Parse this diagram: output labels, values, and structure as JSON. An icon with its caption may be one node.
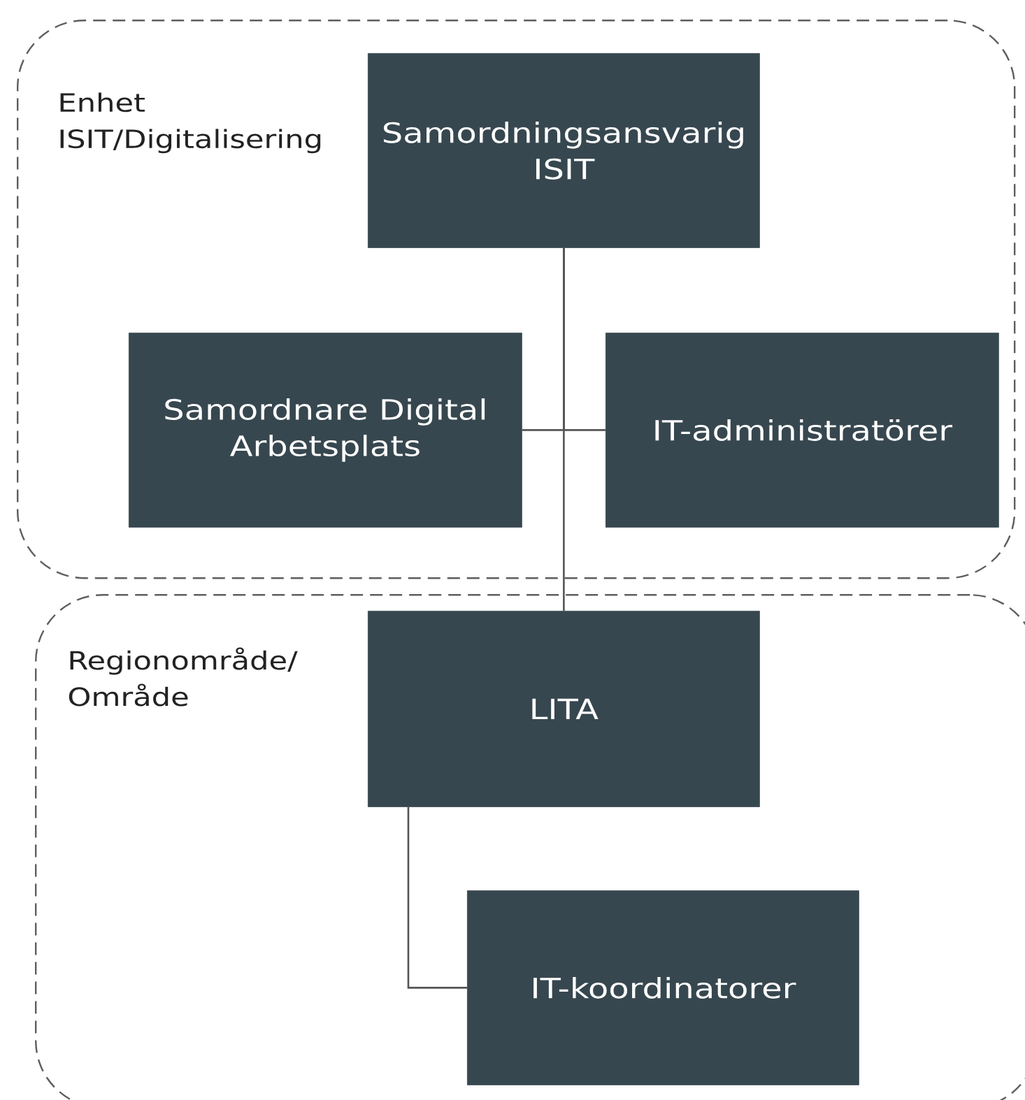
{
  "diagram": {
    "nodes": [
      {
        "text": [
          "Enhet ISIT/Digitalisering"
        ]
      },
      {
        "text": [
          "Samordningsansvarig ISIT"
        ],
        "in": 0
      },
      {
        "text": [
          "Samordnare Digital Arbetsplats"
        ],
        "in": 0
      },
      {
        "text": [
          "IT-administratörer"
        ],
        "in": 0
      },
      {
        "text": [
          "Regionområde/ Område"
        ]
      },
      {
        "text": [
          "LITA"
        ],
        "in": 4
      },
      {
        "text": [
          "IT-koordinatorer"
        ],
        "in": 4
      }
    ],
    "edges": [
      {
        "from": 1,
        "to": 2,
        "arrow": "none"
      },
      {
        "from": 1,
        "to": 3,
        "arrow": "none"
      },
      {
        "from": 1,
        "to": 5,
        "arrow": "none"
      },
      {
        "from": 5,
        "to": 6,
        "arrow": "none"
      }
    ]
  }
}
